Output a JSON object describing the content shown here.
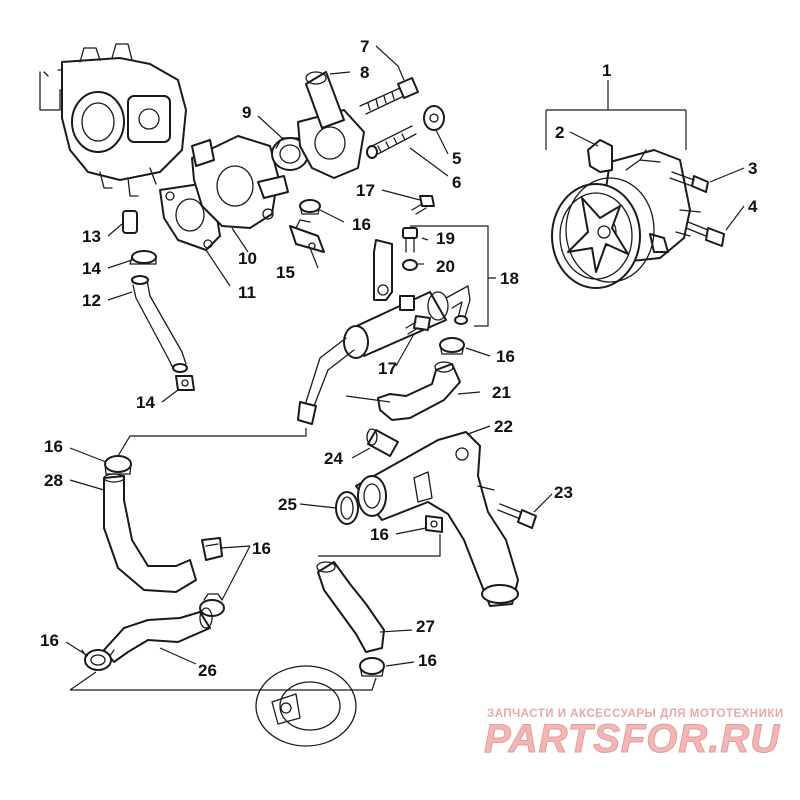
{
  "callouts": {
    "c1": "1",
    "c2": "2",
    "c3": "3",
    "c4": "4",
    "c5": "5",
    "c6": "6",
    "c7": "7",
    "c8": "8",
    "c9": "9",
    "c10": "10",
    "c11": "11",
    "c12": "12",
    "c13": "13",
    "c14a": "14",
    "c14b": "14",
    "c15": "15",
    "c16a": "16",
    "c16b": "16",
    "c16c": "16",
    "c16d": "16",
    "c16e": "16",
    "c16f": "16",
    "c16g": "16",
    "c17a": "17",
    "c17b": "17",
    "c18": "18",
    "c19": "19",
    "c20": "20",
    "c21": "21",
    "c22": "22",
    "c23": "23",
    "c24": "24",
    "c25": "25",
    "c26": "26",
    "c27": "27",
    "c28": "28"
  },
  "watermark": {
    "tagline": "ЗАПЧАСТИ И АКСЕССУАРЫ ДЛЯ МОТОТЕХНИКИ",
    "brand": "PARTSFOR.RU"
  }
}
